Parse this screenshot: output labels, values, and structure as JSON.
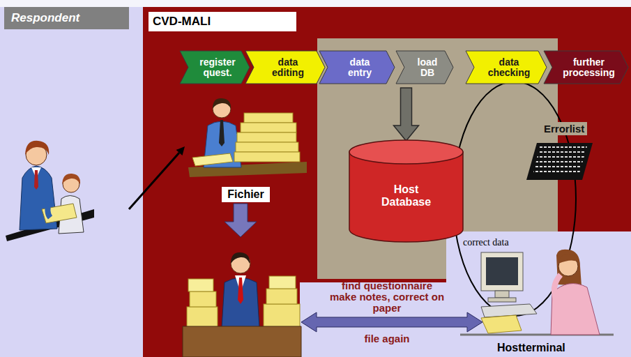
{
  "diagram": {
    "nodes": [
      {
        "text": [
          "Respondent"
        ]
      },
      {
        "text": [
          "CVD-MALI"
        ]
      },
      {
        "text": [
          "register quest."
        ],
        "in": 1
      },
      {
        "text": [
          "data editing"
        ],
        "in": 1
      },
      {
        "text": [
          "data entry"
        ],
        "in": 1
      },
      {
        "text": [
          "load DB"
        ],
        "in": 1
      },
      {
        "text": [
          "data checking"
        ],
        "in": 1
      },
      {
        "text": [
          "further processing"
        ],
        "in": 1
      },
      {
        "text": [
          "Fichier"
        ],
        "in": 1
      },
      {
        "text": [
          "Host Database"
        ],
        "in": 1
      },
      {
        "text": [
          "Errorlist"
        ],
        "in": 1
      },
      {
        "text": [
          "correct data",
          "Hostterminal"
        ],
        "in": 1
      }
    ],
    "edges": [
      {
        "from": 0,
        "to": 8,
        "arrow": "to"
      },
      {
        "from": 5,
        "to": 9,
        "arrow": "to"
      }
    ],
    "labels": [
      "find questionnaire make notes, correct on paper",
      "file again"
    ]
  }
}
